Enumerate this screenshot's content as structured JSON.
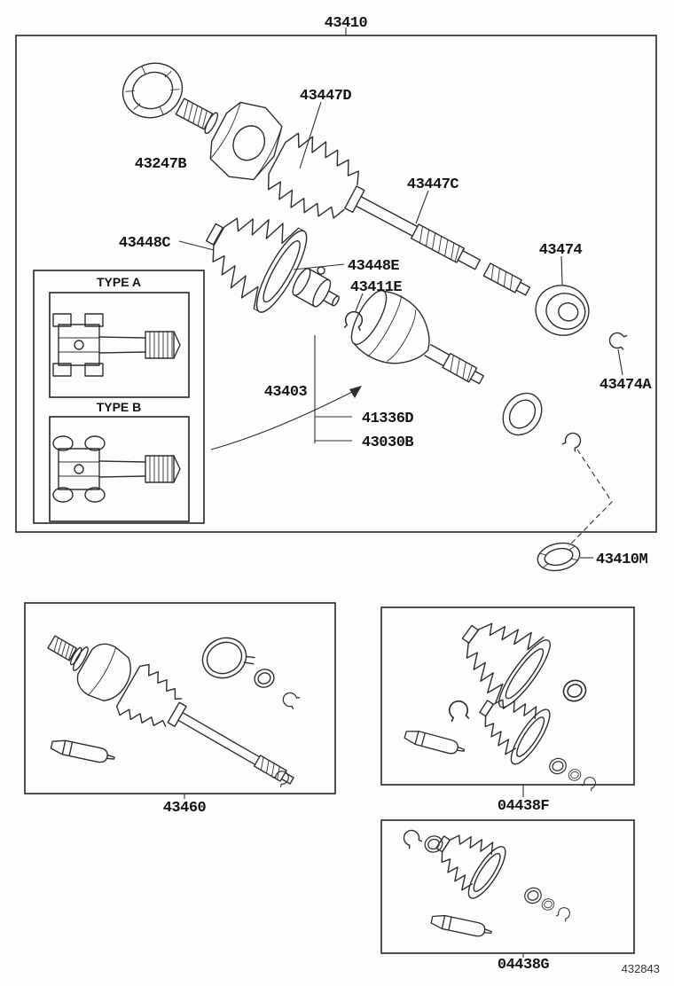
{
  "figure": {
    "assembly_label": "43410",
    "page_code": "432843"
  },
  "callouts": {
    "c43247B": "43247B",
    "c43447D": "43447D",
    "c43447C": "43447C",
    "c43448C": "43448C",
    "c43448E": "43448E",
    "c43411E": "43411E",
    "c43474": "43474",
    "c43474A": "43474A",
    "c43403": "43403",
    "c41336D": "41336D",
    "c43030B": "43030B",
    "c43410M": "43410M"
  },
  "insets": {
    "type_a_label": "TYPE A",
    "type_b_label": "TYPE B"
  },
  "sub_figures": {
    "shaft_assembly_label": "43460",
    "outboard_boot_kit_label": "04438F",
    "inboard_boot_kit_label": "04438G"
  },
  "colors": {
    "line": "#2e2e2e",
    "text": "#141414",
    "background": "#fdfdfd"
  }
}
